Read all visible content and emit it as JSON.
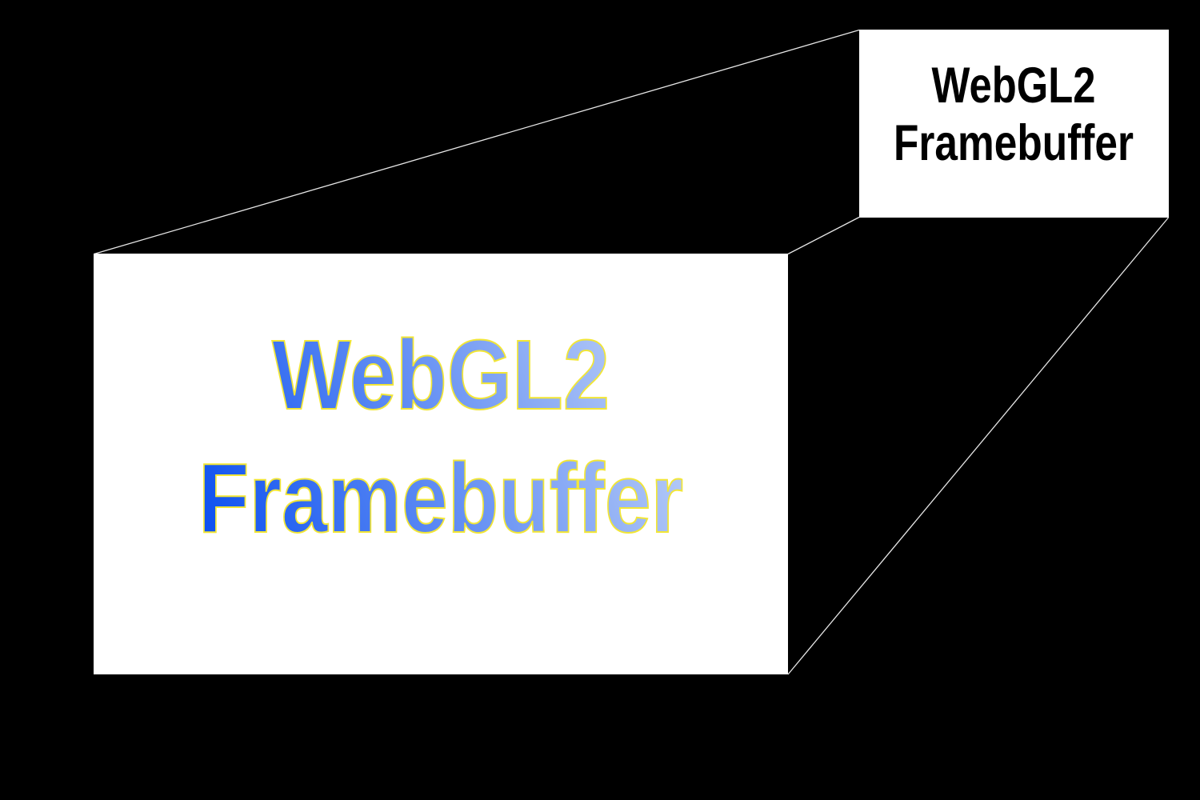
{
  "large_box": {
    "line1": "WebGL2",
    "line2": "Framebuffer"
  },
  "small_box": {
    "line1": "WebGL2",
    "line2": "Framebuffer"
  },
  "colors": {
    "background": "#000000",
    "box_fill": "#ffffff",
    "connector": "#e6e6e6",
    "large_text_gradient_start": "#0b4ff0",
    "large_text_gradient_end": "#c4d5f7",
    "large_text_outline": "#f2e636",
    "small_text": "#000000"
  }
}
